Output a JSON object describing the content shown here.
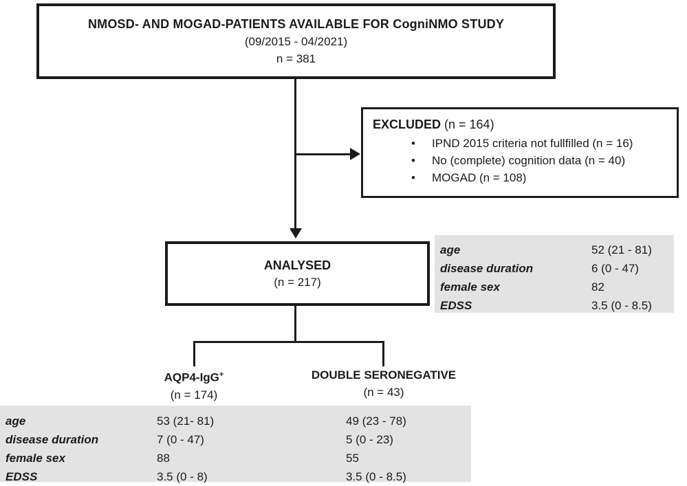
{
  "colors": {
    "ink": "#1b1b1b",
    "panel_bg": "#e3e3e3",
    "page_bg": "#ffffff"
  },
  "top_box": {
    "title": "NMOSD- AND MOGAD-PATIENTS AVAILABLE FOR CogniNMO STUDY",
    "period": "(09/2015 - 04/2021)",
    "n": "n = 381"
  },
  "excluded_box": {
    "title": "EXCLUDED",
    "n_suffix": " (n = 164)",
    "bullet_glyph": "•",
    "items": [
      "IPND 2015 criteria not fullfilled (n = 16)",
      "No (complete) cognition data (n = 40)",
      "MOGAD (n = 108)"
    ]
  },
  "analysed_box": {
    "title": "ANALYSED",
    "n": "(n = 217)"
  },
  "analysed_stats": {
    "rows": [
      {
        "label": "age",
        "value": "52 (21 - 81)"
      },
      {
        "label": "disease duration",
        "value": "6 (0 - 47)"
      },
      {
        "label": "female sex",
        "value": "82"
      },
      {
        "label": "EDSS",
        "value": "3.5 (0 - 8.5)"
      }
    ]
  },
  "branch_left": {
    "name": "AQP4-IgG",
    "sup": "+",
    "n": "(n = 174)"
  },
  "branch_right": {
    "name": "DOUBLE SERONEGATIVE",
    "n": "(n = 43)"
  },
  "branch_stats": {
    "rows": [
      {
        "label": "age",
        "left": "53 (21- 81)",
        "right": "49 (23 - 78)"
      },
      {
        "label": "disease duration",
        "left": "7 (0 - 47)",
        "right": "5 (0 - 23)"
      },
      {
        "label": "female sex",
        "left": "88",
        "right": "55"
      },
      {
        "label": "EDSS",
        "left": "3.5 (0 - 8)",
        "right": "3.5 (0 - 8.5)"
      }
    ]
  }
}
